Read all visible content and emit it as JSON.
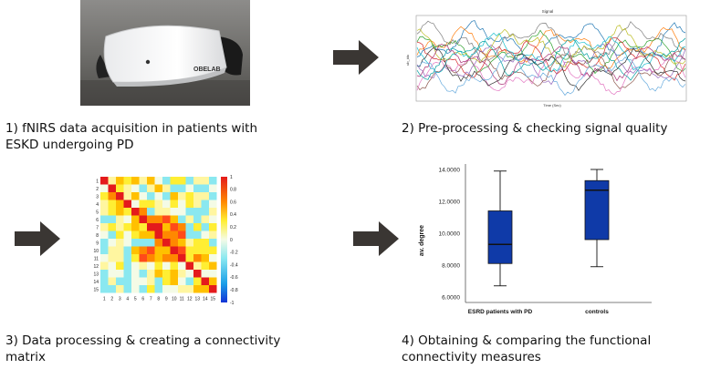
{
  "steps": [
    {
      "caption": "1) fNIRS data acquisition in patients with ESKD undergoing PD"
    },
    {
      "caption": "2) Pre-processing & checking signal quality"
    },
    {
      "caption": "3) Data processing & creating a connectivity matrix"
    },
    {
      "caption": "4) Obtaining & comparing the functional connectivity measures"
    }
  ],
  "device": {
    "brand": "OBELAB"
  },
  "signal_plot": {
    "title": "Signal",
    "xlabel": "Time (Sec)",
    "ylabel": "ub_idx"
  },
  "matrix": {
    "labels": [
      "1",
      "2",
      "3",
      "4",
      "5",
      "6",
      "7",
      "8",
      "9",
      "10",
      "11",
      "12",
      "13",
      "14",
      "15"
    ],
    "colorbar_ticks": [
      "1",
      "0.8",
      "0.6",
      "0.4",
      "0.2",
      "0",
      "-0.2",
      "-0.4",
      "-0.6",
      "-0.8",
      "-1"
    ]
  },
  "chart_data": {
    "type": "box",
    "ylabel": "av. degree",
    "y_ticks": [
      "14.0000",
      "12.0000",
      "10.0000",
      "8.0000",
      "6.0000"
    ],
    "ylim": [
      6.0,
      14.5
    ],
    "categories": [
      "ESRD patients with PD",
      "controls"
    ],
    "boxes": [
      {
        "min": 6.7,
        "q1": 8.1,
        "median": 9.3,
        "q3": 11.4,
        "max": 13.9
      },
      {
        "min": 7.9,
        "q1": 9.6,
        "median": 12.7,
        "q3": 13.3,
        "max": 14.0
      }
    ],
    "colors": {
      "box": "#0f3aa8",
      "median": "#111111"
    }
  },
  "colors": {
    "arrow": "#3a3633"
  }
}
